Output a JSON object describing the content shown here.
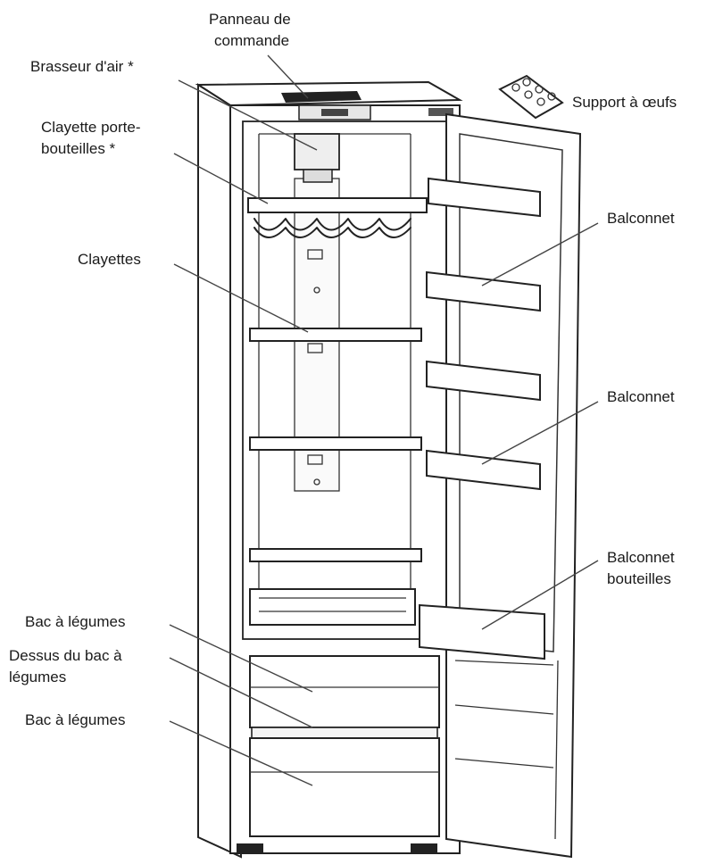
{
  "labels": {
    "panneau_line1": "Panneau de",
    "panneau_line2": "commande",
    "brasseur": "Brasseur d'air *",
    "clayette_pb_line1": "Clayette porte-",
    "clayette_pb_line2": "bouteilles *",
    "clayettes": "Clayettes",
    "support_oeufs": "Support à œufs",
    "balconnet_1": "Balconnet",
    "balconnet_2": "Balconnet",
    "balconnet_bouteilles_line1": "Balconnet",
    "balconnet_bouteilles_line2": "bouteilles",
    "bac_legumes_1": "Bac à légumes",
    "dessus_bac_line1": "Dessus du bac à",
    "dessus_bac_line2": "légumes",
    "bac_legumes_2": "Bac à légumes"
  }
}
